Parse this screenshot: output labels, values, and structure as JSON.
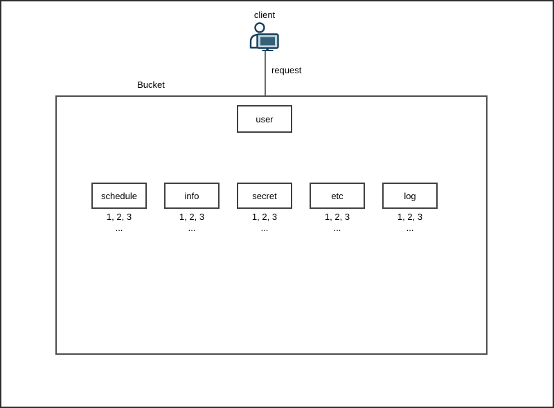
{
  "diagram": {
    "client_label": "client",
    "bucket_label": "Bucket",
    "user_node_label": "user",
    "edges": [
      {
        "from": "client",
        "to": "user",
        "label": "request"
      },
      {
        "from": "user",
        "to": "schedule"
      },
      {
        "from": "user",
        "to": "info"
      },
      {
        "from": "user",
        "to": "secret"
      },
      {
        "from": "user",
        "to": "etc"
      },
      {
        "from": "user",
        "to": "log"
      }
    ],
    "items": [
      {
        "label": "schedule",
        "values": "1, 2, 3",
        "ellipsis": "..."
      },
      {
        "label": "info",
        "values": "1, 2, 3",
        "ellipsis": "..."
      },
      {
        "label": "secret",
        "values": "1, 2, 3",
        "ellipsis": "..."
      },
      {
        "label": "etc",
        "values": "1, 2, 3",
        "ellipsis": "..."
      },
      {
        "label": "log",
        "values": "1, 2, 3",
        "ellipsis": "..."
      }
    ],
    "icon": {
      "name": "person-at-computer",
      "outline_color": "#16405c",
      "screen_color": "#34607a",
      "frame_color": "#c5d6e0"
    },
    "colors": {
      "background": "#ffffff",
      "text": "#000000",
      "arrow": "#1a1a1a",
      "node_border": "#404040",
      "bucket_border": "#4d4d4d",
      "outer_border": "#2e2e2e"
    }
  }
}
